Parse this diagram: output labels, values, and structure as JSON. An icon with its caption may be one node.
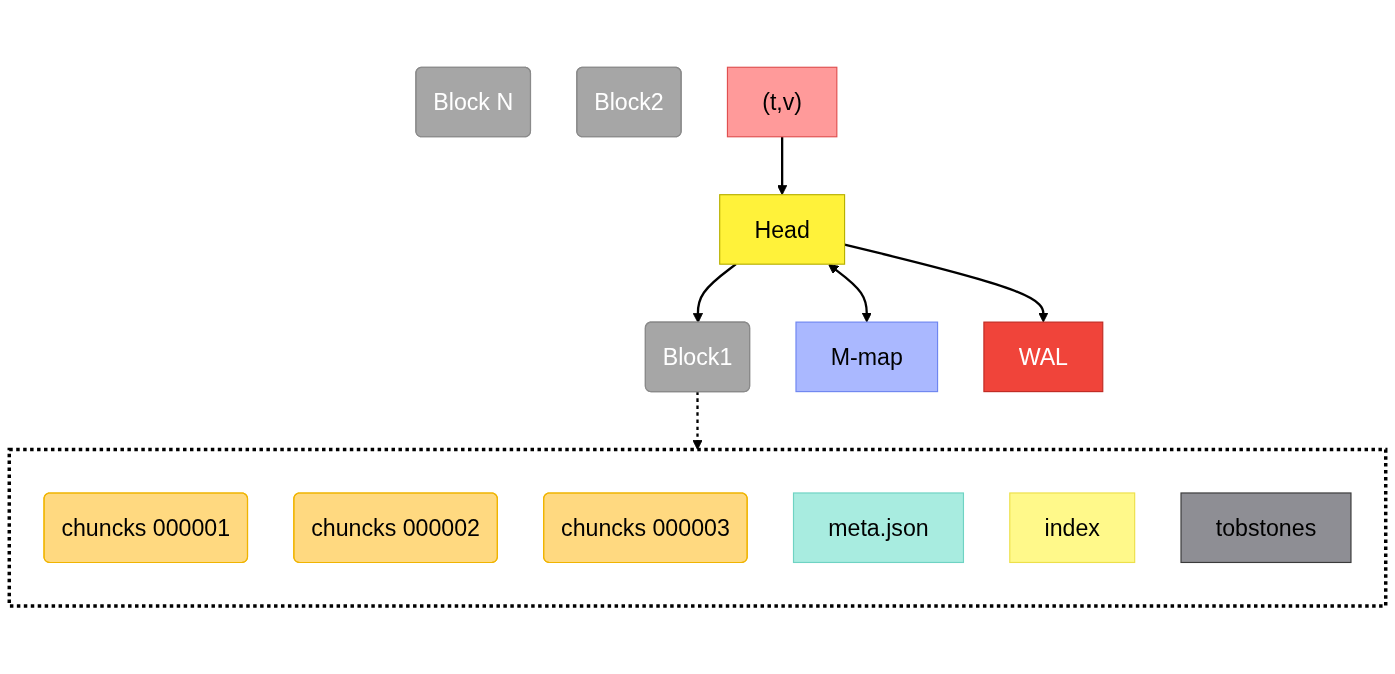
{
  "diagram": {
    "nodes": [
      {
        "text": [
          "Block N"
        ]
      },
      {
        "text": [
          "Block2"
        ]
      },
      {
        "text": [
          "Block1"
        ]
      },
      {
        "text": [
          "Head"
        ]
      },
      {
        "text": [
          "(t,v)"
        ]
      },
      {
        "text": [
          "M-map"
        ]
      },
      {
        "text": [
          "WAL"
        ]
      },
      {
        "text": [],
        "shape": "box"
      },
      {
        "text": [
          "chuncks 000001"
        ],
        "in": 7
      },
      {
        "text": [
          "chuncks 000002"
        ],
        "in": 7
      },
      {
        "text": [
          "chuncks 000003"
        ],
        "in": 7
      },
      {
        "text": [
          "meta.json"
        ],
        "in": 7
      },
      {
        "text": [
          "index"
        ],
        "in": 7
      },
      {
        "text": [
          "tobstones"
        ],
        "in": 7
      }
    ],
    "edges": [
      {
        "from": 3,
        "to": 2,
        "arrow": "to"
      },
      {
        "from": 4,
        "to": 3,
        "arrow": "to"
      },
      {
        "from": 3,
        "to": 5,
        "arrow": "both"
      },
      {
        "from": 3,
        "to": 6,
        "arrow": "to"
      },
      {
        "from": 2,
        "to": 7,
        "arrow": "to",
        "style": "dashed"
      }
    ]
  }
}
